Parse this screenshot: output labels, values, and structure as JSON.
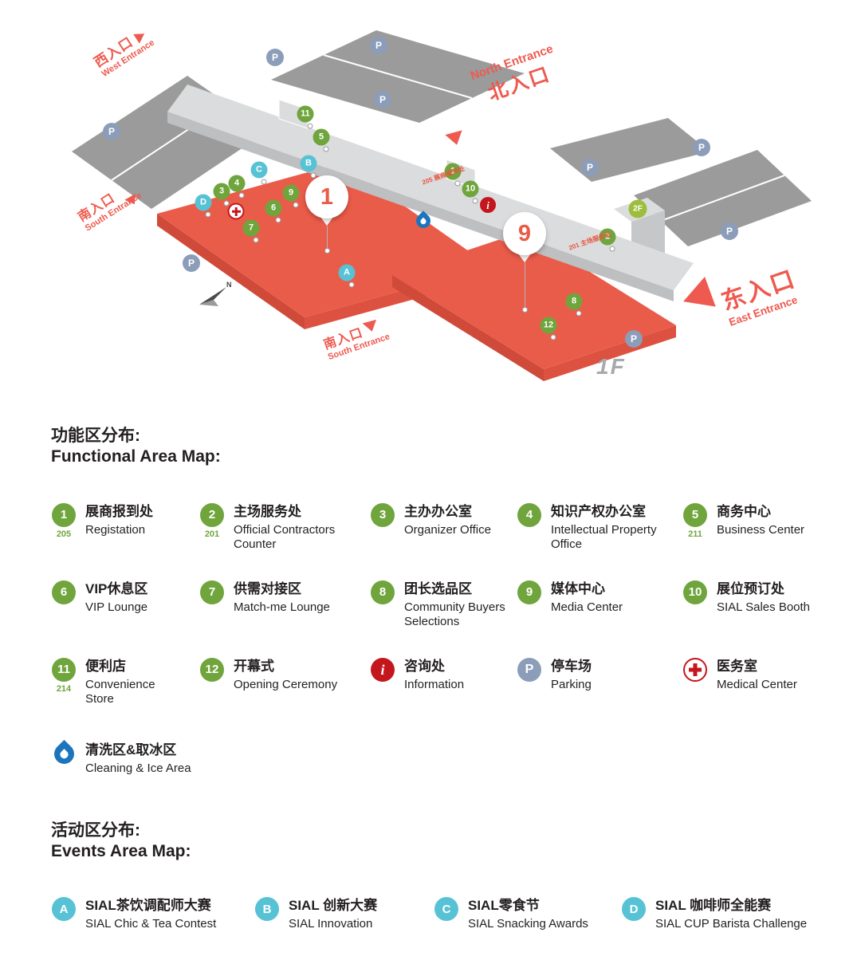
{
  "colors": {
    "hall_red": "#EA5C4A",
    "marker_green": "#6FA53C",
    "marker_teal": "#58C2D5",
    "parking_slate": "#8C9DB9",
    "info_red": "#C4161D",
    "water_blue": "#1C75BC",
    "entrance_red": "#EE5A4F",
    "parking_lot_gray": "#9B9B9B",
    "concourse_gray": "#DBDCDD"
  },
  "map": {
    "entrances": {
      "west": {
        "zh": "西入口",
        "en": "West Entrance"
      },
      "north": {
        "zh": "北入口",
        "en": "North Entrance"
      },
      "south_west": {
        "zh": "南入口",
        "en": "South Entrance"
      },
      "south_center": {
        "zh": "南入口",
        "en": "South Entrance"
      },
      "east": {
        "zh": "东入口",
        "en": "East Entrance"
      }
    },
    "floor_label": "1F",
    "level2_label": "2F",
    "compass": "N",
    "parking_label": "P",
    "info_label": "i",
    "pins": {
      "hall1": "1",
      "hall9": "9"
    },
    "notes": {
      "hall1": "205 展商报到处",
      "hall9": "201 主场服务处"
    },
    "markers": {
      "n1": "1",
      "n2": "2",
      "n3": "3",
      "n4": "4",
      "n5": "5",
      "n6": "6",
      "n7": "7",
      "n8": "8",
      "n9": "9",
      "n10": "10",
      "n11": "11",
      "n12": "12",
      "a": "A",
      "b": "B",
      "c": "C",
      "d": "D"
    }
  },
  "legend": {
    "functional": {
      "title_zh": "功能区分布:",
      "title_en": "Functional Area Map:",
      "items": [
        {
          "num": "1",
          "hall": "205",
          "zh": "展商报到处",
          "en": "Registation"
        },
        {
          "num": "2",
          "hall": "201",
          "zh": "主场服务处",
          "en": "Official Contractors Counter"
        },
        {
          "num": "3",
          "zh": "主办办公室",
          "en": "Organizer Office"
        },
        {
          "num": "4",
          "zh": "知识产权办公室",
          "en": "Intellectual Property Office"
        },
        {
          "num": "5",
          "hall": "211",
          "zh": "商务中心",
          "en": "Business Center"
        },
        {
          "num": "6",
          "zh": "VIP休息区",
          "en": "VIP Lounge"
        },
        {
          "num": "7",
          "zh": "供需对接区",
          "en": "Match-me Lounge"
        },
        {
          "num": "8",
          "zh": "团长选品区",
          "en": "Community Buyers Selections"
        },
        {
          "num": "9",
          "zh": "媒体中心",
          "en": "Media Center"
        },
        {
          "num": "10",
          "zh": "展位预订处",
          "en": "SIAL Sales Booth"
        },
        {
          "num": "11",
          "hall": "214",
          "zh": "便利店",
          "en": "Convenience Store"
        },
        {
          "num": "12",
          "zh": "开幕式",
          "en": "Opening Ceremony"
        },
        {
          "num": "i",
          "zh": "咨询处",
          "en": "Information"
        },
        {
          "num": "P",
          "zh": "停车场",
          "en": "Parking"
        },
        {
          "icon": "medical-cross-icon",
          "zh": "医务室",
          "en": "Medical Center"
        },
        {
          "icon": "water-drop-icon",
          "zh": "清洗区&取冰区",
          "en": "Cleaning & Ice Area"
        }
      ]
    },
    "events": {
      "title_zh": "活动区分布:",
      "title_en": "Events Area Map:",
      "items": [
        {
          "letter": "A",
          "zh": "SIAL茶饮调配师大赛",
          "en": "SIAL Chic & Tea Contest"
        },
        {
          "letter": "B",
          "zh": "SIAL 创新大赛",
          "en": "SIAL Innovation"
        },
        {
          "letter": "C",
          "zh": "SIAL零食节",
          "en": "SIAL Snacking Awards"
        },
        {
          "letter": "D",
          "zh": "SIAL 咖啡师全能赛",
          "en": "SIAL CUP Barista Challenge"
        }
      ]
    }
  }
}
